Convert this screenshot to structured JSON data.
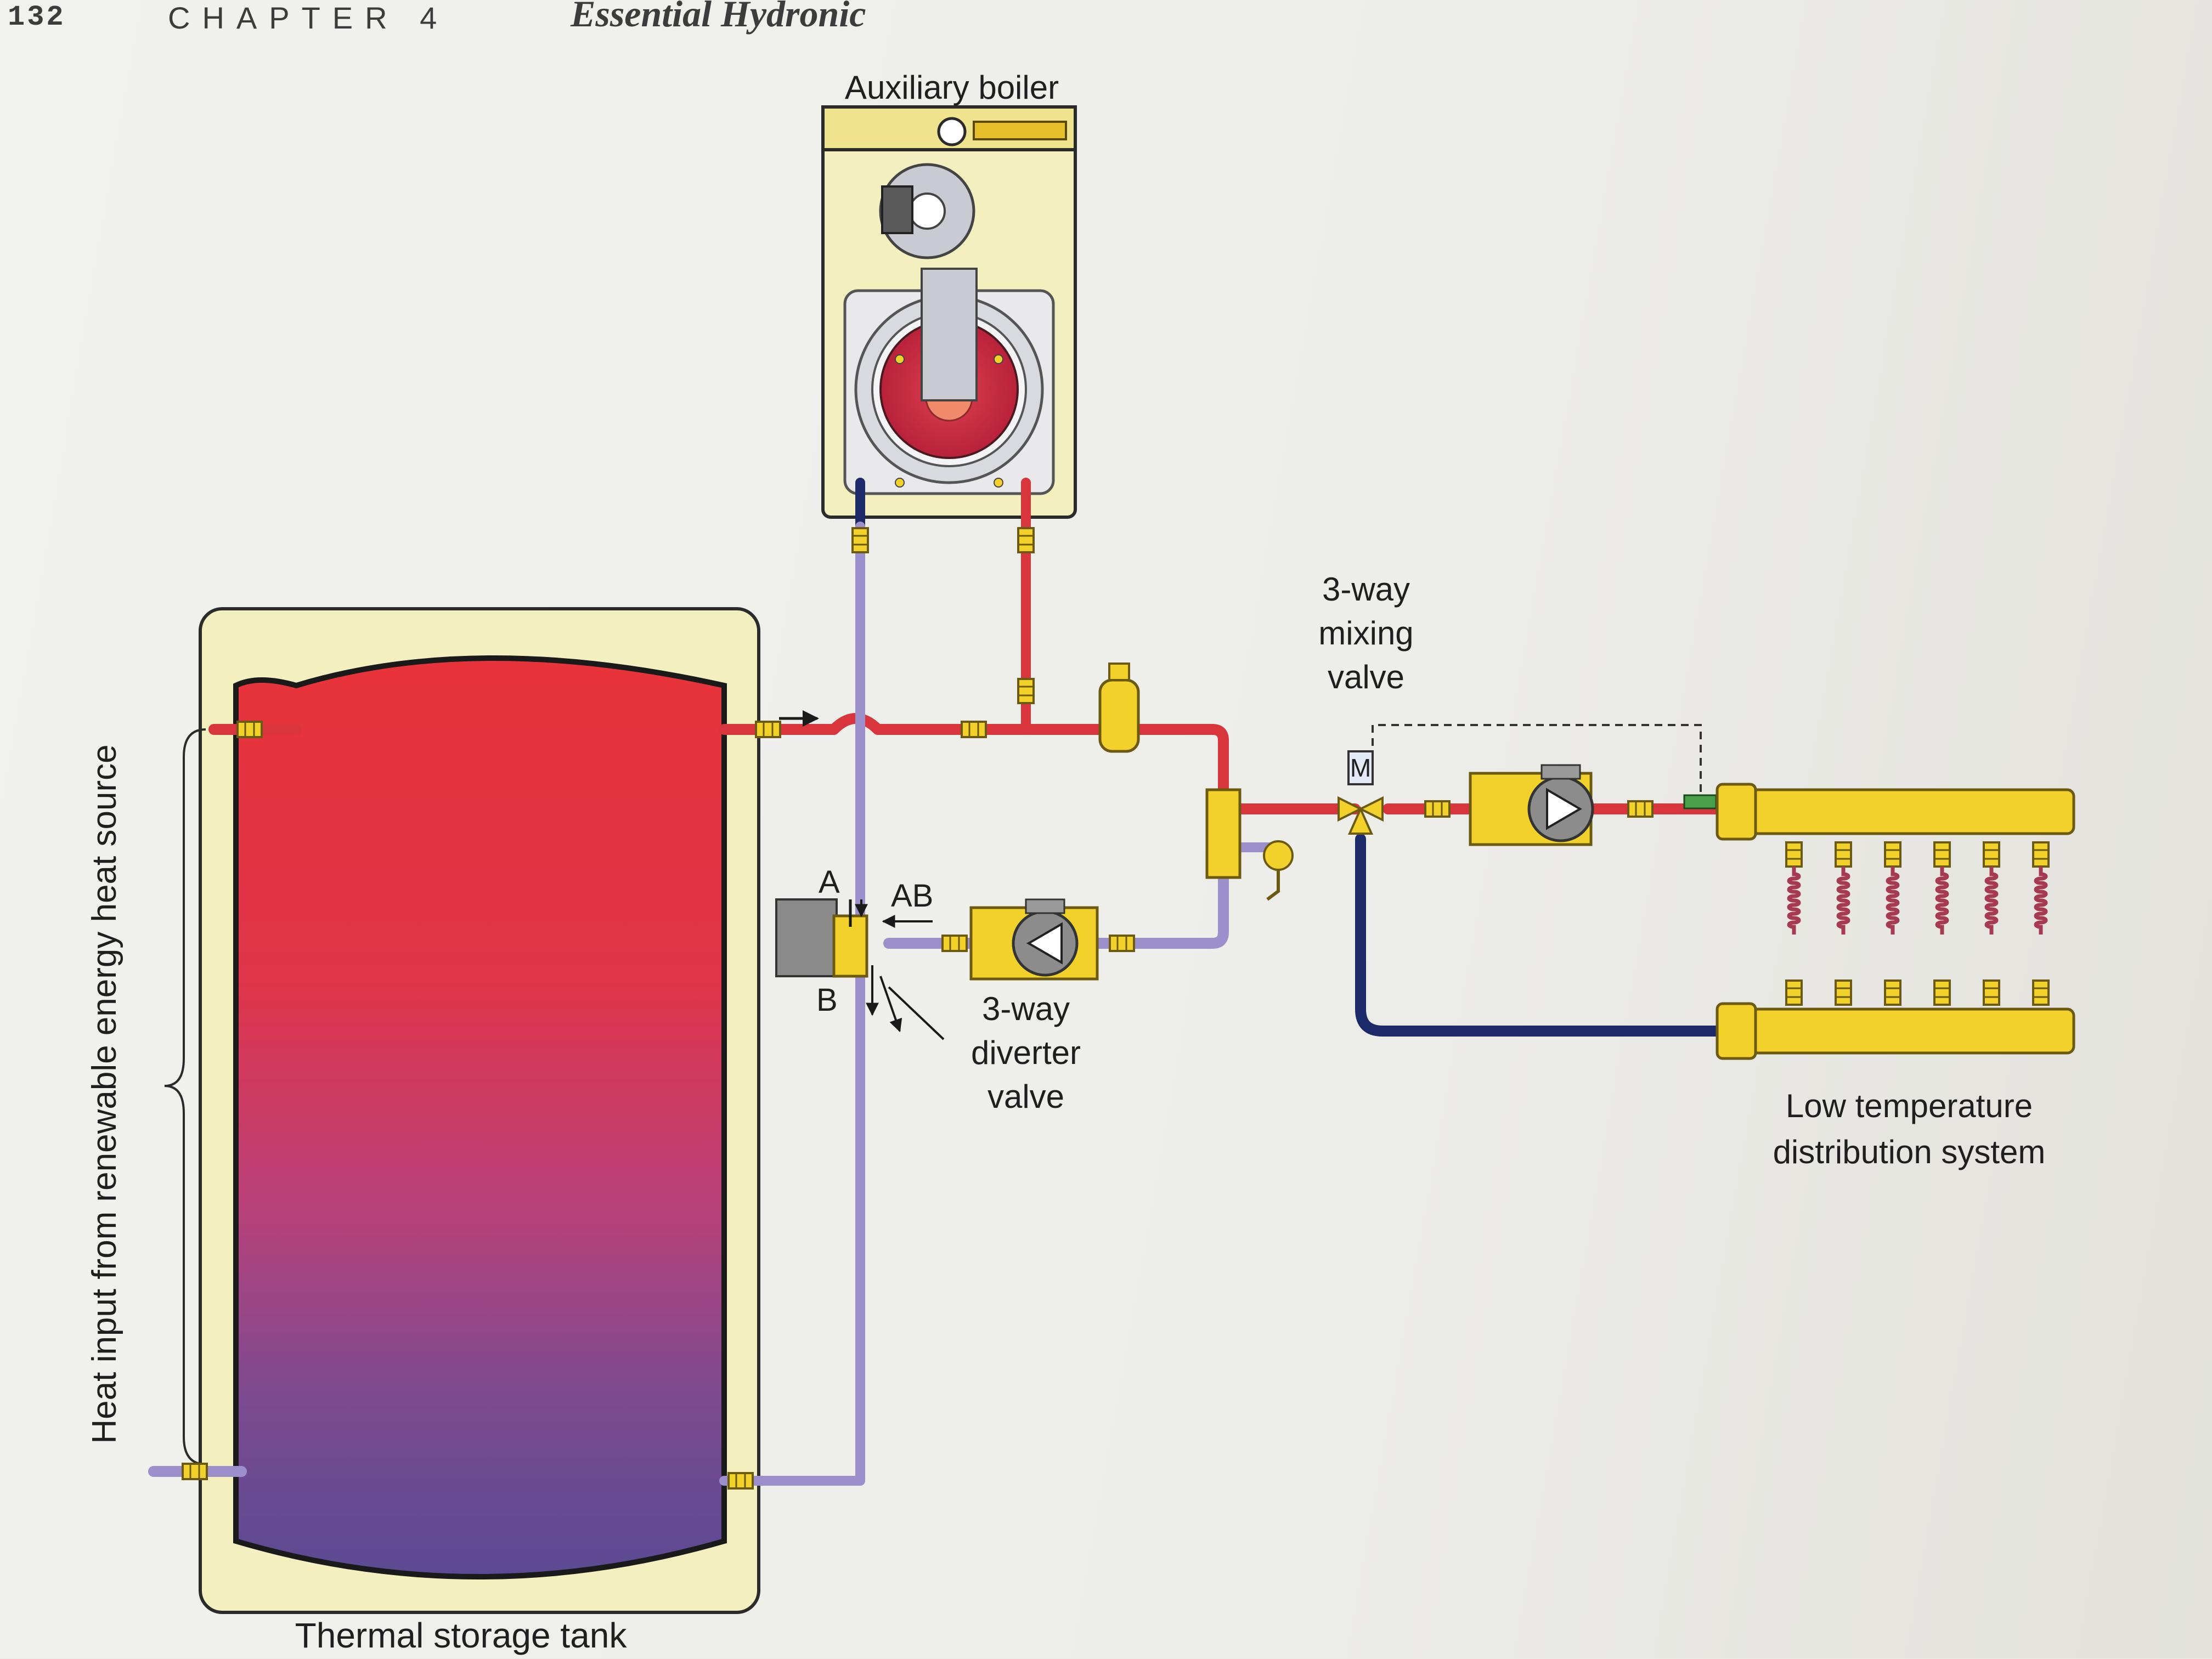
{
  "header": {
    "page_number": "132",
    "chapter": "CHAPTER 4",
    "book_title": "Essential Hydronic"
  },
  "labels": {
    "auxiliary_boiler": "Auxiliary boiler",
    "mixing_valve": [
      "3-way",
      "mixing",
      "valve"
    ],
    "motor": "M",
    "port_a": "A",
    "port_ab": "AB",
    "port_b": "B",
    "diverter_valve": [
      "3-way",
      "diverter",
      "valve"
    ],
    "distribution": [
      "Low temperature",
      "distribution system"
    ],
    "heat_input": "Heat input from renewable energy heat source",
    "storage_tank": "Thermal storage tank"
  },
  "colors": {
    "hot_pipe": "#d9353d",
    "cool_pipe": "#9b8fcc",
    "return_pipe": "#1c2a6a",
    "brass": "#f2d12a",
    "tank_top": "#e83338",
    "tank_bottom": "#5b4a94",
    "cabinet": "#f3efbe"
  }
}
